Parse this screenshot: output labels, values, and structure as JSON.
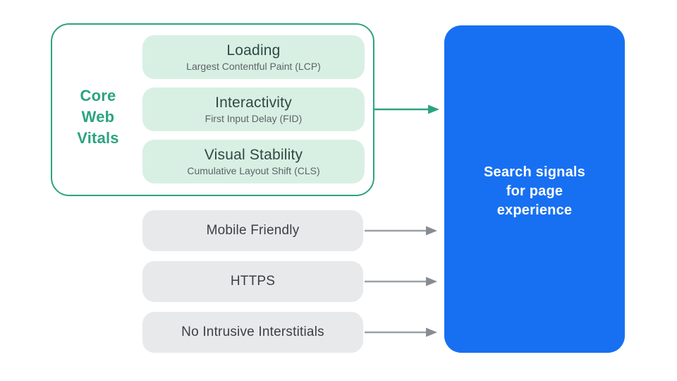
{
  "colors": {
    "canvas-bg": "#ffffff",
    "teal": "#2ca380",
    "mint": "#d8f0e3",
    "pill-title": "#2d4a43",
    "pill-subtitle": "#5f6368",
    "gray-pill-bg": "#e8e9eb",
    "gray-pill-text": "#3c4043",
    "gray-arrow": "#9aa0a6",
    "gray-arrow-head": "#868c92",
    "blue-box-bg": "#1770f2",
    "blue-box-text": "#ffffff"
  },
  "core_web_vitals": {
    "group_label": "Core\nWeb\nVitals",
    "items": [
      {
        "title": "Loading",
        "subtitle": "Largest Contentful Paint (LCP)"
      },
      {
        "title": "Interactivity",
        "subtitle": "First Input Delay (FID)"
      },
      {
        "title": "Visual Stability",
        "subtitle": "Cumulative Layout Shift (CLS)"
      }
    ]
  },
  "other_signals": {
    "items": [
      {
        "label": "Mobile Friendly"
      },
      {
        "label": "HTTPS"
      },
      {
        "label": "No Intrusive Interstitials"
      }
    ]
  },
  "result_box": {
    "label": "Search signals\nfor page\nexperience"
  },
  "connectors": [
    {
      "from": "core-web-vitals-group",
      "to": "search-signals-box",
      "color": "#2ca380"
    },
    {
      "from": "signal-pill-mobile-friendly",
      "to": "search-signals-box",
      "color": "#9aa0a6"
    },
    {
      "from": "signal-pill-https",
      "to": "search-signals-box",
      "color": "#9aa0a6"
    },
    {
      "from": "signal-pill-no-intrusive-interstitials",
      "to": "search-signals-box",
      "color": "#9aa0a6"
    }
  ]
}
